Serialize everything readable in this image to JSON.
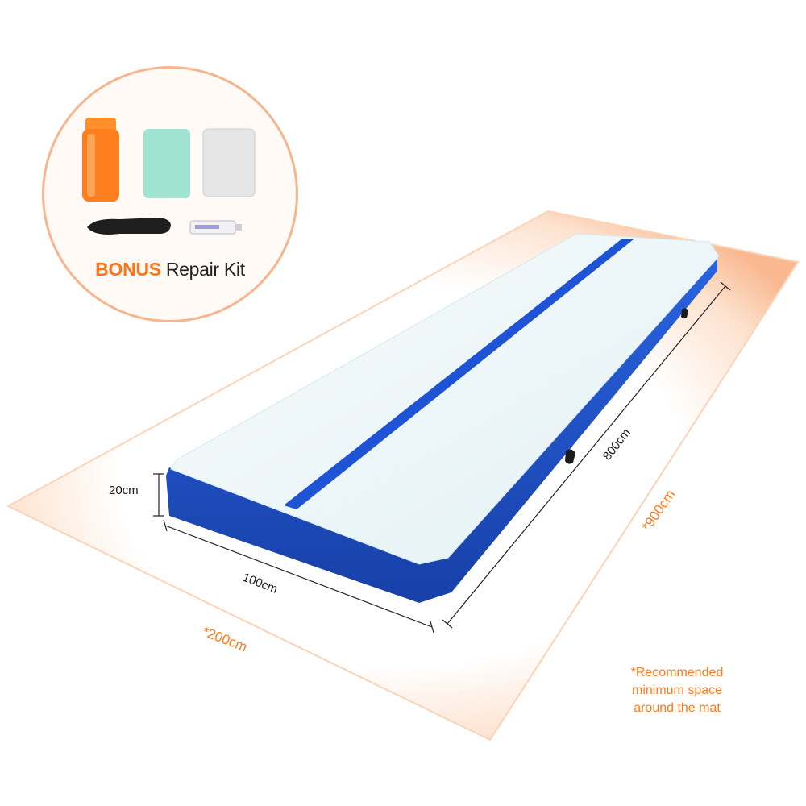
{
  "repair_kit": {
    "bonus_word": "BONUS",
    "title_rest": " Repair Kit",
    "items": [
      "pump-cylinder",
      "mint-patch",
      "clear-patch",
      "black-tool",
      "glue-tube"
    ]
  },
  "dimensions": {
    "height": "20cm",
    "width": "100cm",
    "length": "800cm",
    "space_length": "*900cm",
    "space_width": "*200cm"
  },
  "note": {
    "line1": "*Recommended",
    "line2": "minimum space",
    "line3": "around the mat"
  },
  "colors": {
    "mat_side": "#1d4fc8",
    "mat_top": "#eaf6f8",
    "stripe": "#1e53d6",
    "accent": "#ff7a1a"
  }
}
